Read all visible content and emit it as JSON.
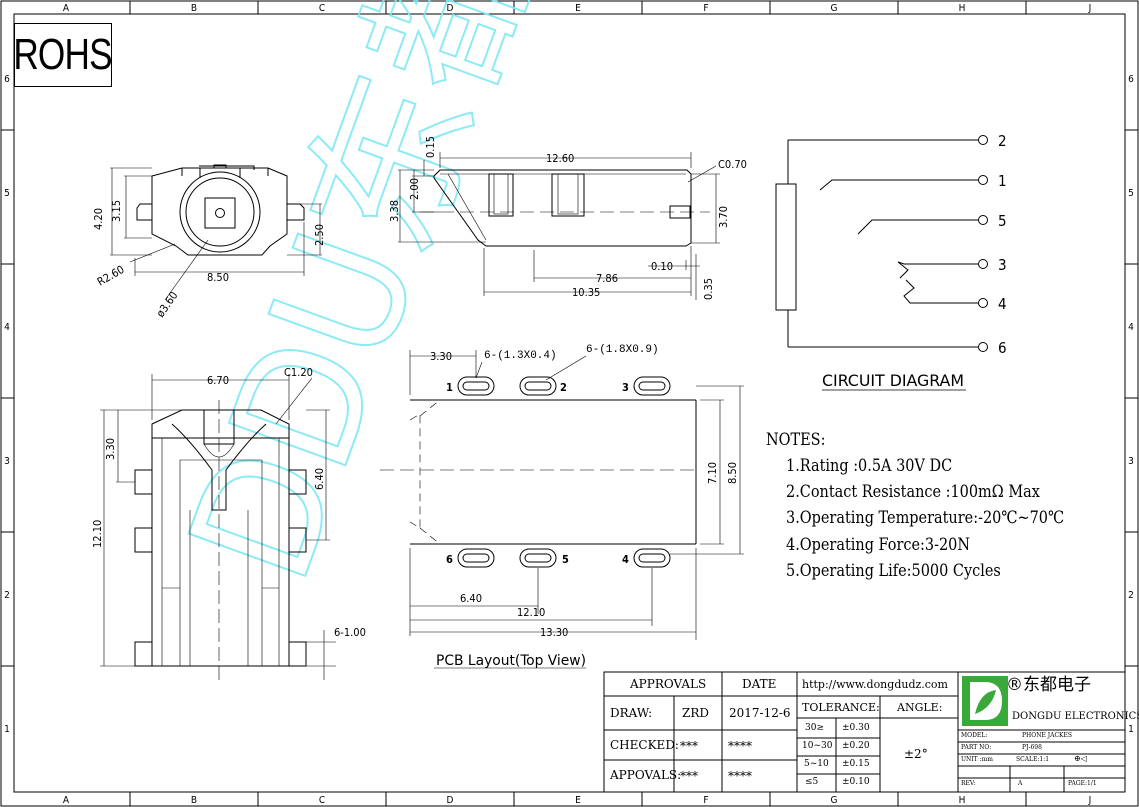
{
  "frame": {
    "columns": [
      "A",
      "B",
      "C",
      "D",
      "E",
      "F",
      "G",
      "H",
      "J"
    ],
    "rows": [
      "6",
      "5",
      "4",
      "3",
      "2",
      "1"
    ]
  },
  "rohs": "ROHS",
  "watermark": "DDU东都",
  "views": {
    "front": {
      "dims": [
        "4.20",
        "3.15",
        "R2.60",
        "8.50",
        "ø3.60",
        "2.50"
      ]
    },
    "side": {
      "dims": [
        "0.15",
        "12.60",
        "C0.70",
        "3.38",
        "2.00",
        "3.70",
        "0.10",
        "7.86",
        "0.35",
        "10.35"
      ]
    },
    "top": {
      "dims": [
        "6.70",
        "C1.20",
        "3.30",
        "6.40",
        "12.10",
        "6-1.00"
      ]
    },
    "pcb": {
      "dims": [
        "3.30",
        "6-(1.3X0.4)",
        "6-(1.8X0.9)",
        "7.10",
        "8.50",
        "6.40",
        "12.10",
        "13.30"
      ],
      "pins": [
        "1",
        "2",
        "3",
        "4",
        "5",
        "6"
      ],
      "title": "PCB Layout(Top View)"
    }
  },
  "circuit": {
    "pins": [
      "2",
      "1",
      "5",
      "3",
      "4",
      "6"
    ],
    "title": "CIRCUIT DIAGRAM"
  },
  "notes": {
    "heading": "NOTES:",
    "items": [
      "1.Rating :0.5A 30V DC",
      "2.Contact Resistance :100mΩ Max",
      "3.Operating Temperature:-20℃~70℃",
      "4.Operating Force:3-20N",
      "5.Operating Life:5000 Cycles"
    ]
  },
  "title_block": {
    "approvals": "APPROVALS",
    "date": "DATE",
    "draw_label": "DRAW:",
    "draw_name": "ZRD",
    "draw_date": "2017-12-6",
    "checked_label": "CHECKED:",
    "checked_name": "***",
    "checked_date": "****",
    "appovals_label": "APPOVALS:",
    "appovals_name": "***",
    "appovals_date": "****",
    "url": "http://www.dongdudz.com",
    "tolerance": "TOLERANCE:",
    "angle": "ANGLE:",
    "tol_ranges": [
      "30≥",
      "10~30",
      "5~10",
      "≤5"
    ],
    "tol_values": [
      "±0.30",
      "±0.20",
      "±0.15",
      "±0.10"
    ],
    "angle_value": "±2°",
    "brand_cn": "®东都电子",
    "brand_en": "DONGDU ELECTRONICS",
    "model_label": "MODEL:",
    "model_value": "PHONE JACKES",
    "part_label": "PART NO:",
    "part_value": "PJ-698",
    "unit_label": "UNIT :mm",
    "scale_label": "SCALE:1:1",
    "rev_label": "REV:",
    "rev_value": "A",
    "page_label": "PAGE:1/1"
  },
  "colors": {
    "line": "#000000",
    "watermark": "#7fe8f5",
    "logo_green": "#3aa93a"
  }
}
